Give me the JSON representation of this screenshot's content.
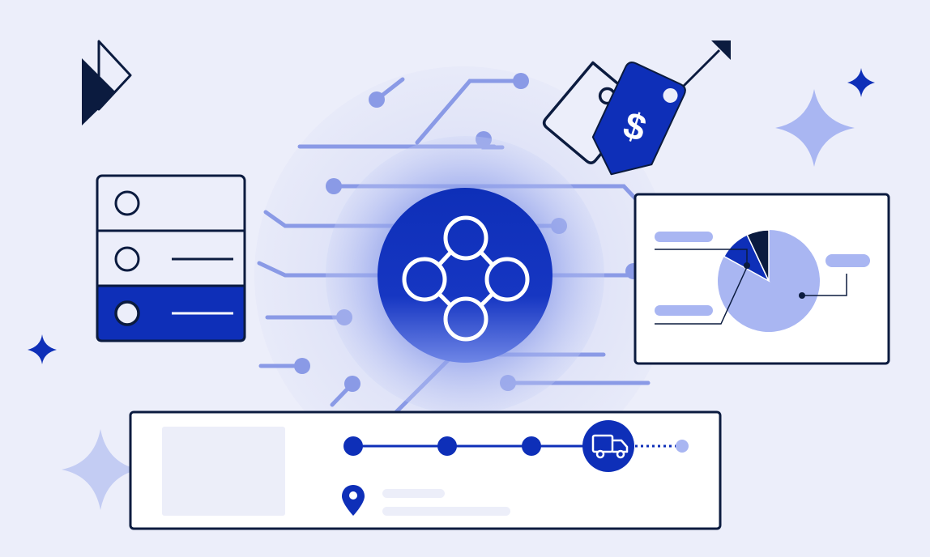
{
  "colors": {
    "background": "#ECEEFA",
    "primary": "#0E2FB8",
    "navy": "#0B1B3F",
    "light_accent": "#A9B6F2",
    "line_accent": "#8A9AE6",
    "placeholder": "#ECEEF9",
    "white": "#FFFFFF"
  },
  "icons": {
    "logo": "brand-logo-icon",
    "hub": "network-nodes-icon",
    "price_tag": "dollar-price-tag-icon",
    "trend_arrow": "arrow-up-right-icon",
    "delivery": "delivery-truck-icon",
    "location": "location-pin-icon",
    "sparkle": "sparkle-star-icon"
  },
  "price_tag": {
    "symbol": "$"
  },
  "option_list": {
    "items": [
      {
        "state": "unselected",
        "has_label_line": false
      },
      {
        "state": "unselected",
        "has_label_line": true
      },
      {
        "state": "selected",
        "has_label_line": true
      }
    ]
  },
  "pie_chart": {
    "slices": [
      {
        "share": 0.83,
        "color": "#A9B6F2"
      },
      {
        "share": 0.1,
        "color": "#0E2FB8"
      },
      {
        "share": 0.07,
        "color": "#0B1B3F"
      }
    ]
  },
  "shipment_tracker": {
    "completed_steps": 3,
    "current_step": "in-transit",
    "remaining_steps": 1
  }
}
